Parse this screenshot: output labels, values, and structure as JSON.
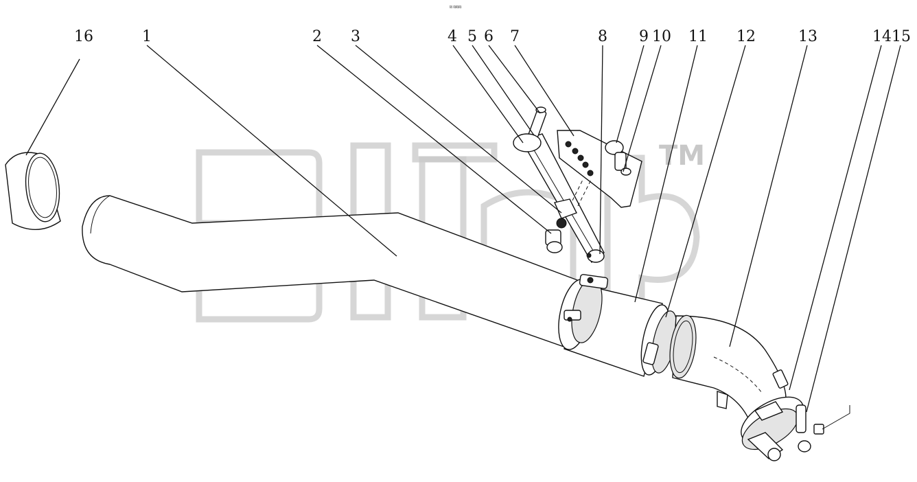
{
  "header": {
    "tiny_label": "₪ ₪₪₪"
  },
  "watermark": {
    "trademark": "TM",
    "color": "#c8c8c8"
  },
  "callouts": [
    {
      "label": "16"
    },
    {
      "label": "1"
    },
    {
      "label": "2"
    },
    {
      "label": "3"
    },
    {
      "label": "4"
    },
    {
      "label": "5"
    },
    {
      "label": "6"
    },
    {
      "label": "7"
    },
    {
      "label": "8"
    },
    {
      "label": "9"
    },
    {
      "label": "10"
    },
    {
      "label": "11"
    },
    {
      "label": "12"
    },
    {
      "label": "13"
    },
    {
      "label": "14"
    },
    {
      "label": "15"
    }
  ]
}
